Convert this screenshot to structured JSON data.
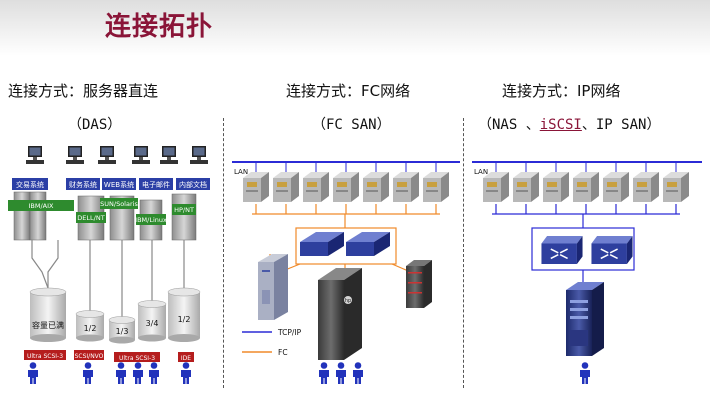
{
  "page": {
    "title": "连接拓扑"
  },
  "das": {
    "heading": "连接方式：服务器直连",
    "sub": "（DAS）",
    "app_labels": [
      "交易系统",
      "财务系统",
      "WEB系统",
      "电子邮件",
      "内部文档"
    ],
    "os_labels": [
      "IBM/AIX",
      "SUN/Solaris",
      "DELL/NT",
      "IBM/Linux",
      "HP/NT"
    ],
    "storage_labels": [
      "容量已满",
      "1/2",
      "1/3",
      "3/4",
      "1/2"
    ],
    "adapter_labels": [
      "Ultra SCSI-3",
      "SCSI/NVO",
      "Ultra SCSI-3",
      "IDE"
    ]
  },
  "fc": {
    "heading": "连接方式：FC网络",
    "sub": "（FC SAN）",
    "lan_label": "LAN",
    "legend": [
      {
        "label": "TCP/IP",
        "color": "#2b2bd6"
      },
      {
        "label": "FC",
        "color": "#f08a2a"
      }
    ]
  },
  "ip": {
    "heading": "连接方式：IP网络",
    "sub_prefix": "（NAS 、",
    "sub_link": "iSCSI",
    "sub_suffix": "、IP SAN）",
    "lan_label": "LAN"
  },
  "colors": {
    "title": "#8a1538",
    "tcpip": "#2b2bd6",
    "fc": "#f08a2a",
    "user": "#2233bb"
  }
}
